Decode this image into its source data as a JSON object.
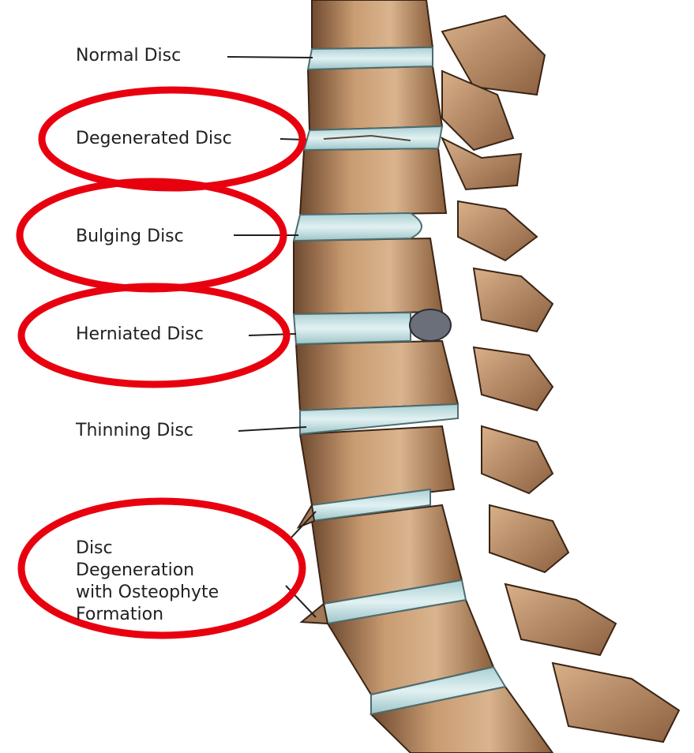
{
  "labels": {
    "normal": "Normal Disc",
    "degenerated": "Degenerated Disc",
    "bulging": "Bulging Disc",
    "herniated": "Herniated Disc",
    "thinning": "Thinning Disc",
    "osteophyte": [
      "Disc Degeneration",
      "with Osteophyte",
      "Formation"
    ]
  },
  "highlighted": [
    "degenerated",
    "bulging",
    "herniated",
    "osteophyte"
  ],
  "colors": {
    "highlight": "#e8000f",
    "bone": "#c89b73",
    "disc": "#c9e4e6",
    "hernia": "#6b6f7a",
    "text": "#231f20"
  }
}
